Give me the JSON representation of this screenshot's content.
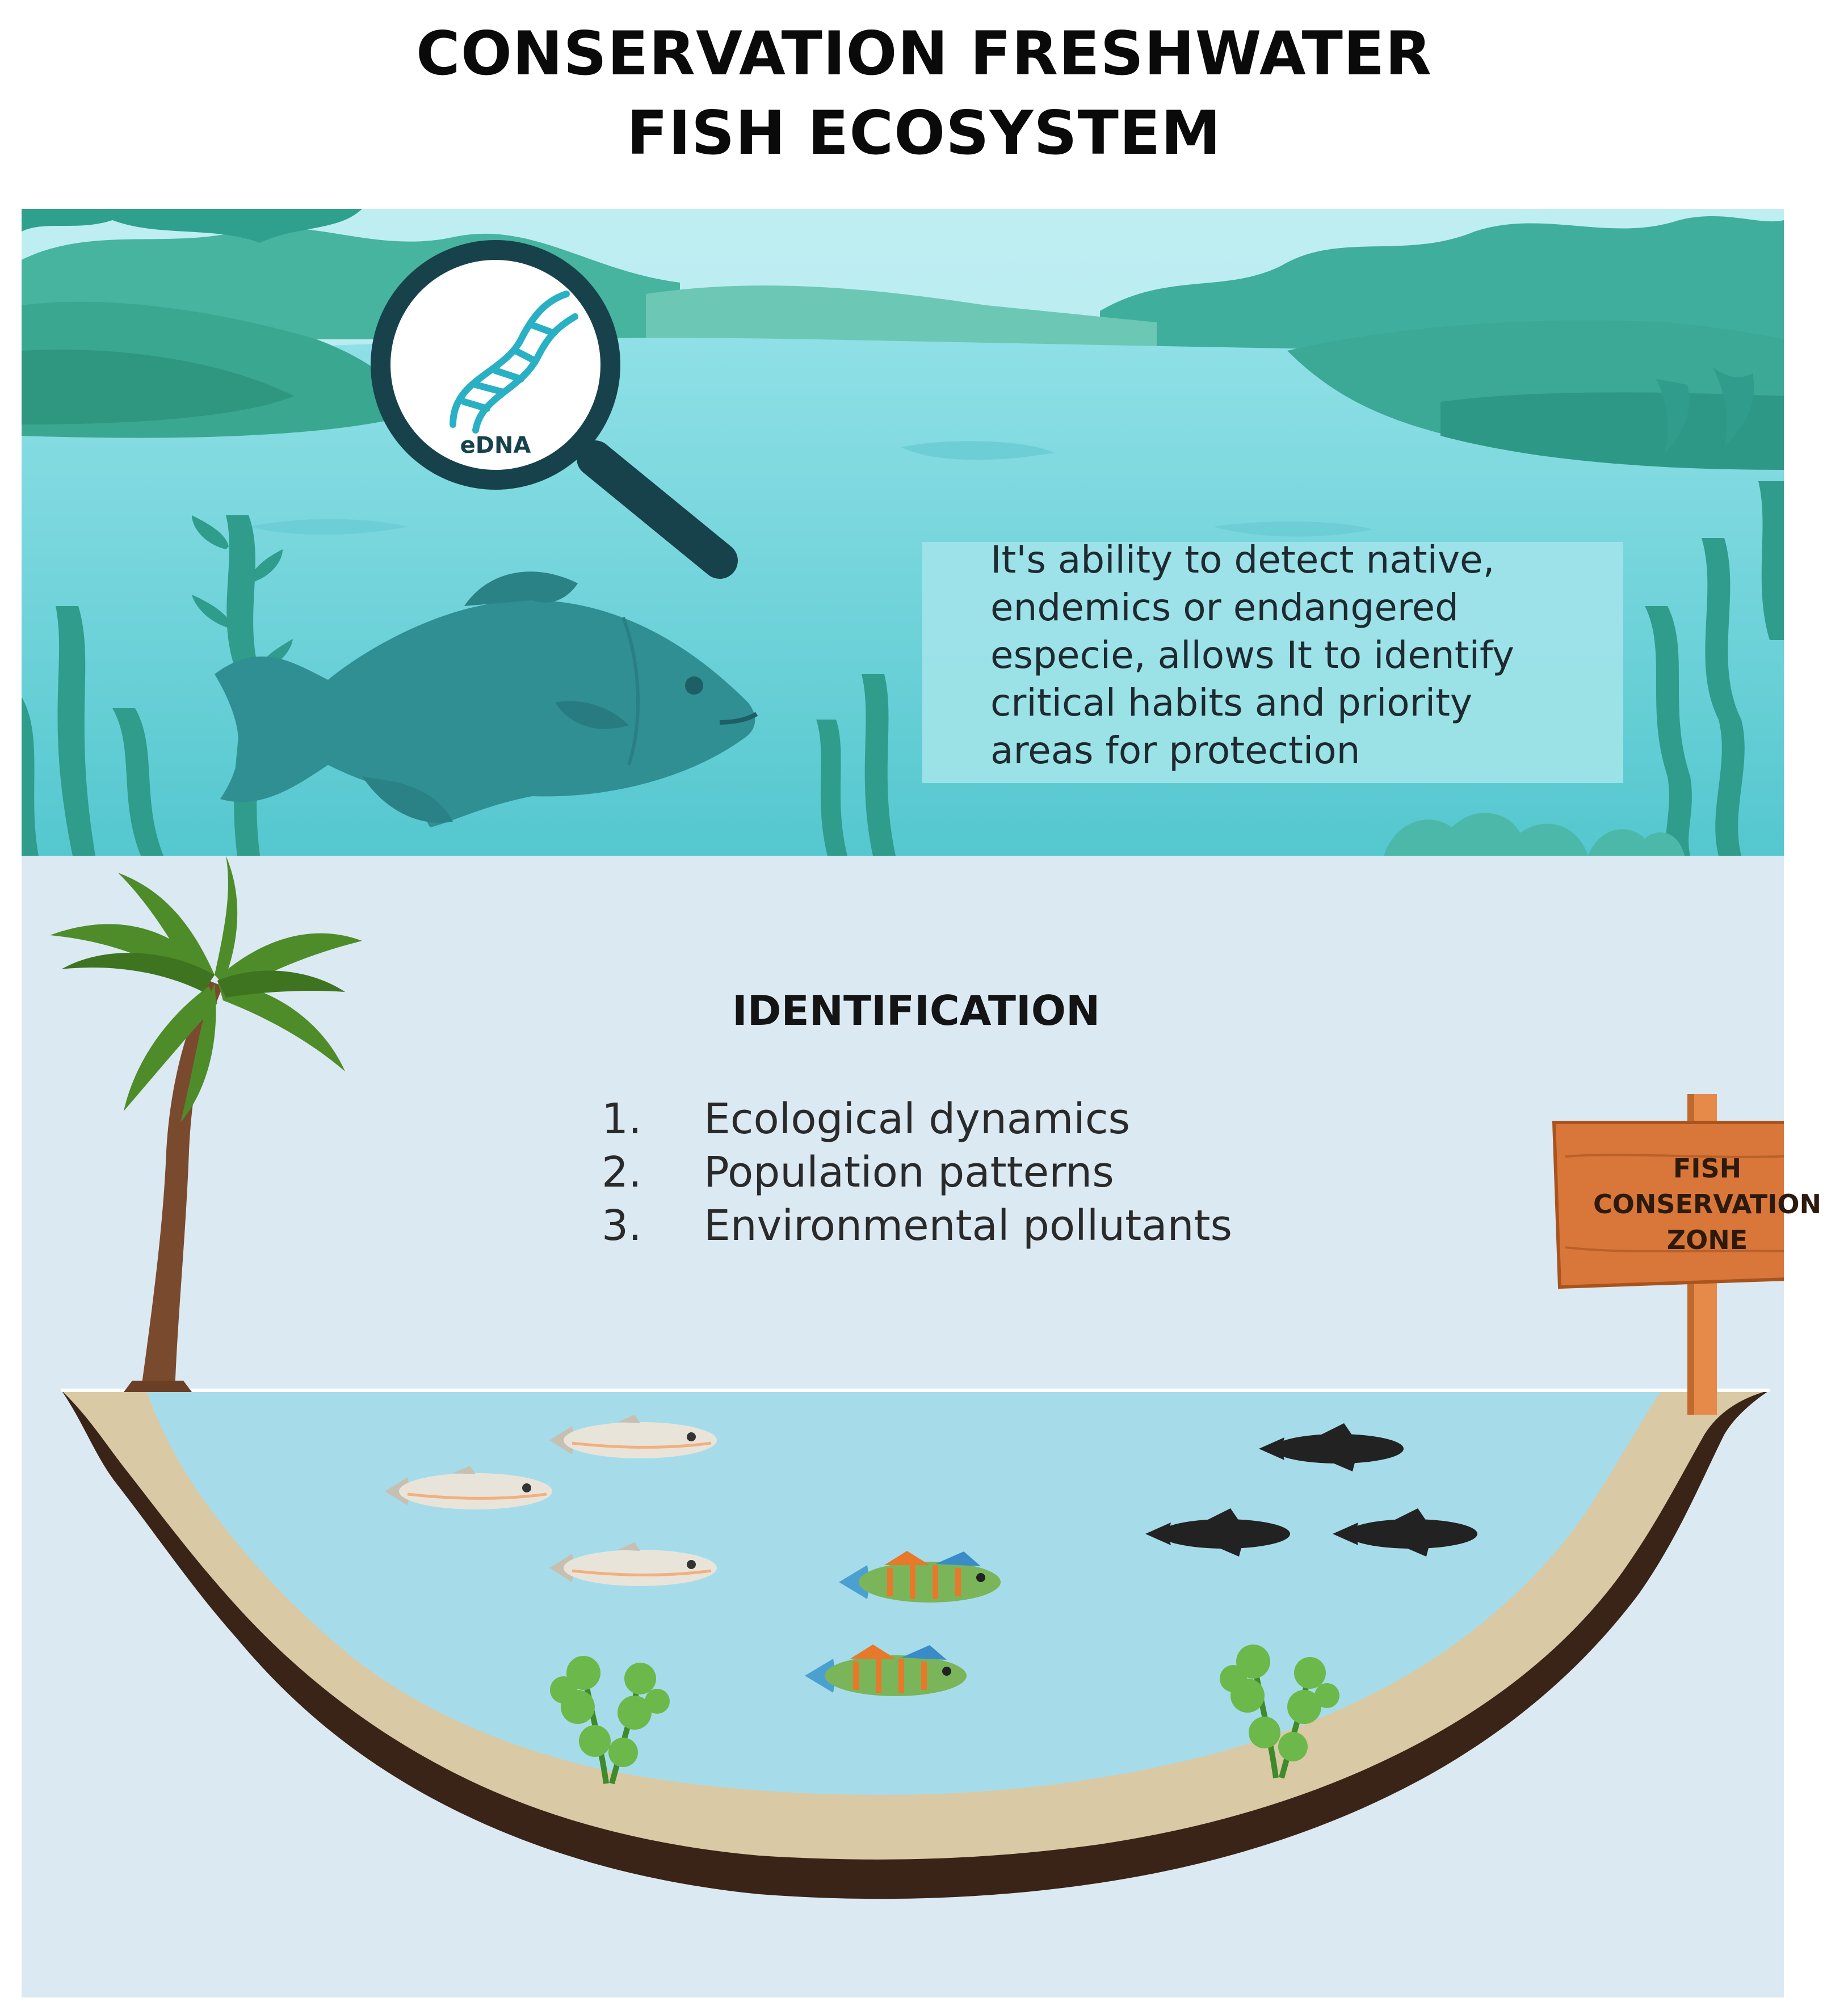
{
  "title": {
    "line1": "CONSERVATION FRESHWATER",
    "line2": "FISH ECOSYSTEM"
  },
  "top_panel": {
    "magnifier_label": "eDNA",
    "description_lines": [
      "It's ability to detect native,",
      "endemics or endangered",
      "especie, allows It to identify",
      "critical habits and priority",
      "areas for protection"
    ]
  },
  "identification": {
    "heading": "IDENTIFICATION",
    "items": [
      {
        "number": "1.",
        "label": "Ecological dynamics"
      },
      {
        "number": "2.",
        "label": "Population patterns"
      },
      {
        "number": "3.",
        "label": "Environmental pollutants"
      }
    ]
  },
  "sign": {
    "lines": [
      "FISH",
      "CONSERVATION",
      "ZONE"
    ]
  },
  "colors": {
    "water_top": "#6fd3dc",
    "hills": "#3fae9c",
    "pond_water": "#a6dcea",
    "soil": "#d9c9a4",
    "soil_edge": "#3a2418",
    "sign_wood": "#d9773a",
    "palm_leaves": "#4e8c2a"
  },
  "icons": [
    "magnifier-icon",
    "dna-icon",
    "palm-tree-icon",
    "signpost-icon",
    "fish-icon",
    "aquatic-plant-icon"
  ]
}
